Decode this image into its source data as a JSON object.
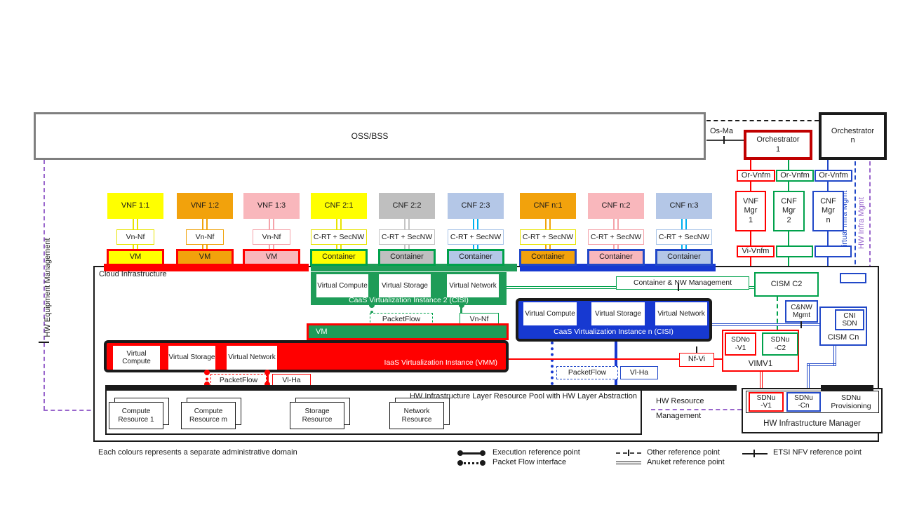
{
  "colors": {
    "red": "#FF0000",
    "dark_red": "#C00000",
    "green": "#00A14B",
    "caas2_green": "#1E9C58",
    "blue": "#2148C8",
    "caasn_blue": "#1739D1",
    "purple": "#9966CC",
    "cyan": "#00B0F0",
    "gray_border": "#808080",
    "black": "#1a1a1a"
  },
  "oss": {
    "label": "OSS/BSS"
  },
  "osma": "Os-Ma",
  "orchestrator1": [
    "Orchestrator",
    "1"
  ],
  "orchestrator_n": [
    "Orchestrator",
    "n"
  ],
  "or_vnfm": "Or-Vnfm",
  "vi_vnfm": "Vi-Vnfm",
  "managers": [
    [
      "VNF",
      "Mgr",
      "1"
    ],
    [
      "CNF",
      "Mgr",
      "2"
    ],
    [
      "CNF",
      "Mgr",
      "n"
    ]
  ],
  "vertical_labels": {
    "virtual_infra": "Virtual Infra Mgmt",
    "hw_infra": "HW Infra Mgmt",
    "hw_equipment": "HW Equipment Management"
  },
  "columns": [
    {
      "label": "VNF 1:1",
      "fill": "#FFFF00",
      "line": "#E8E400",
      "ref": "Vn-Nf",
      "ref_border": "#E8E400",
      "runtime": "VM",
      "runtime_border": "#FF0000"
    },
    {
      "label": "VNF 1:2",
      "fill": "#F2A20C",
      "line": "#F0A30A",
      "ref": "Vn-Nf",
      "ref_border": "#F0A30A",
      "runtime": "VM",
      "runtime_border": "#FF0000"
    },
    {
      "label": "VNF 1:3",
      "fill": "#F9B7BC",
      "line": "#F5A3AA",
      "ref": "Vn-Nf",
      "ref_border": "#F5A3AA",
      "runtime": "VM",
      "runtime_border": "#FF0000"
    },
    {
      "label": "CNF 2:1",
      "fill": "#FFFF00",
      "line": "#E8E400",
      "ref": "C-RT + SecNW",
      "ref_border": "#E8E400",
      "runtime": "Container",
      "runtime_border": "#00A14B"
    },
    {
      "label": "CNF 2:2",
      "fill": "#BFBFBF",
      "line": "#C4C4C4",
      "ref": "C-RT + SecNW",
      "ref_border": "#C4C4C4",
      "runtime": "Container",
      "runtime_border": "#00A14B"
    },
    {
      "label": "CNF 2:3",
      "fill": "#B4C7E7",
      "line": "#00B0F0",
      "ref": "C-RT + SecNW",
      "ref_border": "#A8C4E8",
      "runtime": "Container",
      "runtime_border": "#00A14B"
    },
    {
      "label": "CNF n:1",
      "fill": "#F2A20C",
      "line": "#F0A30A",
      "ref": "C-RT + SecNW",
      "ref_border": "#E8E400",
      "runtime": "Container",
      "runtime_border": "#2148C8"
    },
    {
      "label": "CNF n:2",
      "fill": "#F9B7BC",
      "line": "#F5A3AA",
      "ref": "C-RT + SecNW",
      "ref_border": "#F5A3AA",
      "runtime": "Container",
      "runtime_border": "#2148C8"
    },
    {
      "label": "CNF n:3",
      "fill": "#B4C7E7",
      "line": "#00B0F0",
      "ref": "C-RT + SecNW",
      "ref_border": "#A8C4E8",
      "runtime": "Container",
      "runtime_border": "#2148C8"
    }
  ],
  "cloud": {
    "label": "Cloud Infrastructure"
  },
  "caas2": {
    "title": "CaaS Virtualization Instance 2 (CISI)",
    "components": [
      "Virtual Compute",
      "Virtual Storage",
      "Virtual Network"
    ]
  },
  "caasn": {
    "title": "CaaS Virtualization Instance n (CISI)",
    "components": [
      "Virtual Compute",
      "Virtual Storage",
      "Virtual Network"
    ]
  },
  "iaas": {
    "title": "IaaS Virtualization Instance (VMM)",
    "vm_label": "VM",
    "components": [
      "Virtual Compute",
      "Virtual Storage",
      "Virtual Network"
    ]
  },
  "refpoints": {
    "packetflow": "PacketFlow",
    "vnnf": "Vn-Nf",
    "vlha": "Vl-Ha",
    "nfvi": "Nf-Vi"
  },
  "mgmt": {
    "container_nw": "Container & NW Management",
    "cism_c2": "CISM C2",
    "cnw_mgmt": [
      "C&NW",
      "Mgmt"
    ],
    "cni_sdn": [
      "CNI",
      "SDN"
    ],
    "cism_cn": "CISM Cn",
    "vimv1": "VIMV1",
    "sdno_v1": [
      "SDNo",
      "-V1"
    ],
    "sdnu_c2": [
      "SDNu",
      "-C2"
    ]
  },
  "hw": {
    "pool_title": "HW Infrastructure Layer Resource Pool with HW Layer Abstraction",
    "resources": [
      "Compute Resource 1",
      "Compute Resource m",
      "Storage Resource",
      "Network Resource"
    ],
    "resource_mgmt": [
      "HW Resource",
      "Management"
    ],
    "manager": "HW Infrastructure Manager",
    "sdnu_v1": [
      "SDNu",
      "-V1"
    ],
    "sdnu_cn": [
      "SDNu",
      "-Cn"
    ],
    "sdnu_prov": [
      "SDNu",
      "Provisioning"
    ]
  },
  "footnote": "Each colours represents a separate administrative domain",
  "legend": [
    {
      "label": "Execution reference point"
    },
    {
      "label": "Packet Flow interface"
    },
    {
      "label": "Other reference point"
    },
    {
      "label": "Anuket reference point"
    },
    {
      "label": "ETSI NFV reference point"
    }
  ]
}
